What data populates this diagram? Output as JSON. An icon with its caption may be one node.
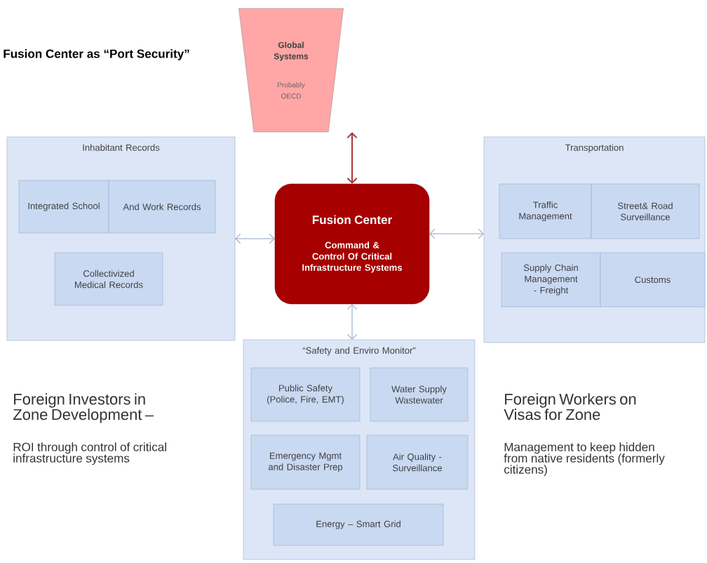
{
  "diagram": {
    "title": "Fusion Center as “Port Security”",
    "nodes": [
      {
        "text": [
          "Global Systems",
          "Probably OECD"
        ]
      },
      {
        "text": [
          "Inhabitant Records"
        ]
      },
      {
        "text": [
          "Integrated School"
        ],
        "in": 1
      },
      {
        "text": [
          "And Work Records"
        ],
        "in": 1
      },
      {
        "text": [
          "Collectivized Medical Records"
        ],
        "in": 1
      },
      {
        "text": [
          "Fusion Center",
          "Command & Control Of Critical Infrastructure Systems"
        ]
      },
      {
        "text": [
          "Transportation"
        ]
      },
      {
        "text": [
          "Traffic Management"
        ],
        "in": 6
      },
      {
        "text": [
          "Street& Road Surveillance"
        ],
        "in": 6
      },
      {
        "text": [
          "Supply Chain Management - Freight"
        ],
        "in": 6
      },
      {
        "text": [
          "Customs"
        ],
        "in": 6
      },
      {
        "text": [
          "“Safety and Enviro Monitor”"
        ]
      },
      {
        "text": [
          "Public Safety (Police, Fire, EMT)"
        ],
        "in": 11
      },
      {
        "text": [
          "Water Supply Wastewater"
        ],
        "in": 11
      },
      {
        "text": [
          "Emergency Mgmt and Disaster Prep"
        ],
        "in": 11
      },
      {
        "text": [
          "Air Quality - Surveillance"
        ],
        "in": 11
      },
      {
        "text": [
          "Energy – Smart Grid"
        ],
        "in": 11
      }
    ],
    "edges": [
      {
        "from": 0,
        "to": 5,
        "arrow": "both",
        "color": "#a83a3a"
      },
      {
        "from": 1,
        "to": 5,
        "arrow": "both"
      },
      {
        "from": 5,
        "to": 6,
        "arrow": "both"
      },
      {
        "from": 5,
        "to": 11,
        "arrow": "both"
      }
    ],
    "labels": [
      "Foreign Investors in Zone Development –",
      "ROI through control of critical infrastructure systems",
      "Foreign Workers on Visas for Zone",
      "Management to keep hidden from native residents (formerly citizens)"
    ]
  }
}
